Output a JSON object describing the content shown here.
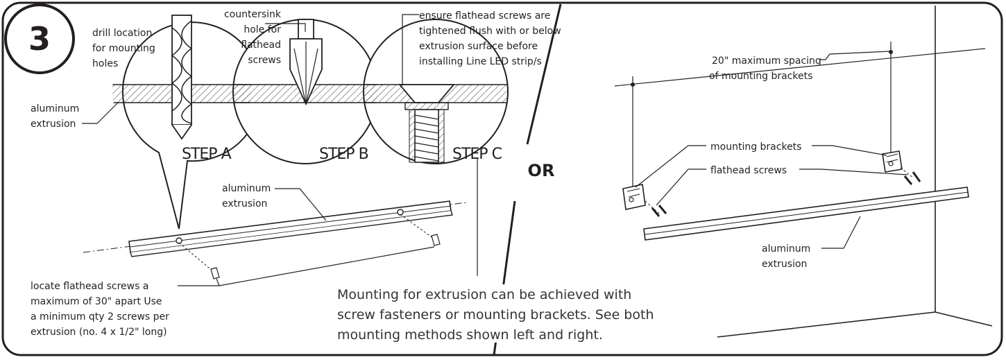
{
  "step_number": "3",
  "step_labels": [
    "STEP A",
    "STEP B",
    "STEP C"
  ],
  "divider_label": "OR",
  "left": {
    "drill_label": [
      "drill location",
      "for mounting",
      "holes"
    ],
    "countersink_label": [
      "countersink",
      "hole for",
      "flathead",
      "screws"
    ],
    "ensure_label": [
      "ensure flathead screws are",
      "tightened flush with or below",
      "extrusion surface before",
      "installing Line LED strip/s"
    ],
    "aluminum_label_1": [
      "aluminum",
      "extrusion"
    ],
    "aluminum_label_2": [
      "aluminum",
      "extrusion"
    ],
    "locate_label": [
      "locate flathead screws a",
      "maximum of 30\" apart Use",
      "a minimum qty 2 screws per",
      "extrusion (no. 4 x 1/2\" long)"
    ]
  },
  "center_note": [
    "Mounting for extrusion can be achieved with",
    "screw fasteners or mounting brackets. See both",
    "mounting methods shown left and right."
  ],
  "right": {
    "spacing_label": [
      "20\" maximum spacing",
      "of mounting brackets"
    ],
    "brackets_label": "mounting brackets",
    "screws_label": "flathead screws",
    "aluminum_label": [
      "aluminum",
      "extrusion"
    ]
  },
  "colors": {
    "ink": "#231f20",
    "hatch": "#555555",
    "paper": "#ffffff"
  }
}
